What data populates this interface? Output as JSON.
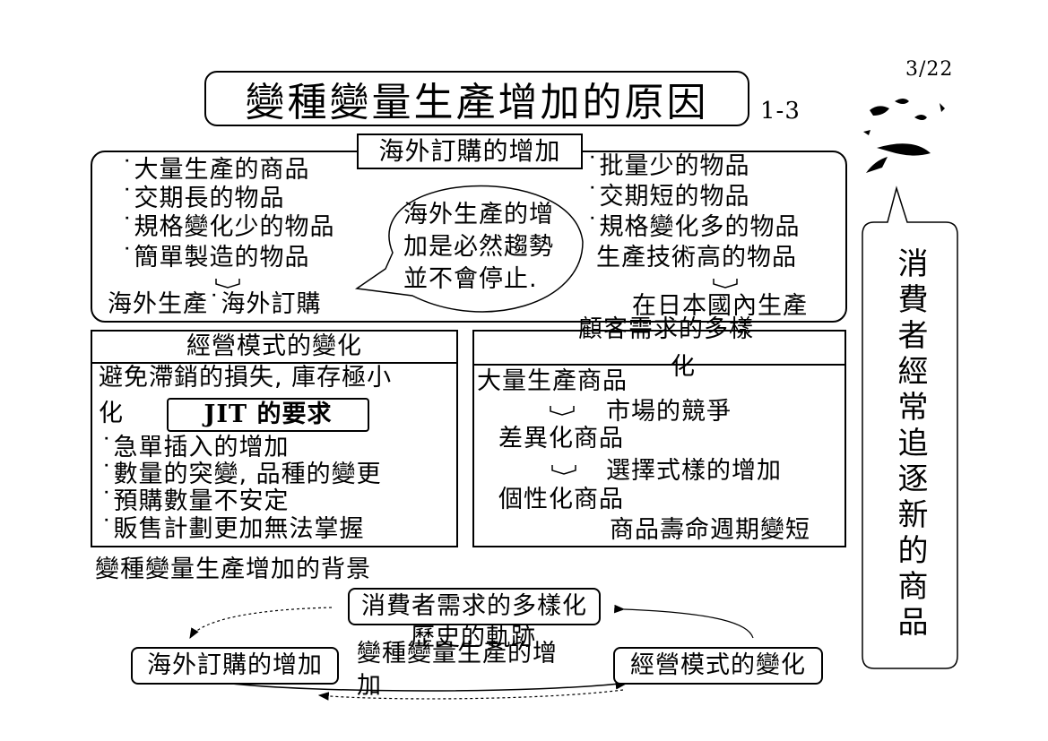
{
  "page_number": "3/22",
  "section": "1-3",
  "title": "變種變量生產增加的原因",
  "top_panel": {
    "header": "海外訂購的增加",
    "left_items": [
      "大量生產的商品",
      "交期長的物品",
      "規格變化少的物品",
      "簡單製造的物品"
    ],
    "left_result": "海外生產˙海外訂購",
    "bubble_lines": [
      "海外生產的增",
      "加是必然趨勢",
      "並不會停止."
    ],
    "right_items": [
      "批量少的物品",
      "交期短的物品",
      "規格變化多的物品"
    ],
    "right_item_cont": "生產技術高的物品",
    "right_result": "在日本國內生產"
  },
  "left_panel": {
    "header": "經營模式的變化",
    "intro_line1": "避免滯銷的損失, 庫存極小",
    "intro_line2": "化",
    "jit_label": "JIT 的要求",
    "items": [
      "急單插入的增加",
      "數量的突變, 品種的變更",
      "預購數量不安定",
      "販售計劃更加無法掌握"
    ]
  },
  "right_panel": {
    "header_line1": "顧客需求的多樣",
    "header_line2": "化",
    "step1": "大量生產商品",
    "reason1": "市場的競爭",
    "step2": "差異化商品",
    "reason2": "選擇式樣的增加",
    "step3": "個性化商品",
    "reason3": "商品壽命週期變短"
  },
  "background_label": "變種變量生產增加的背景",
  "cycle": {
    "top": "消費者需求的多樣化",
    "history": "歷史的軌跡",
    "left": "海外訂購的增加",
    "center_line1": "變種變量生產的增",
    "center_line2": "加",
    "right": "經營模式的變化"
  },
  "callout": "消費者經常追逐新的商品"
}
